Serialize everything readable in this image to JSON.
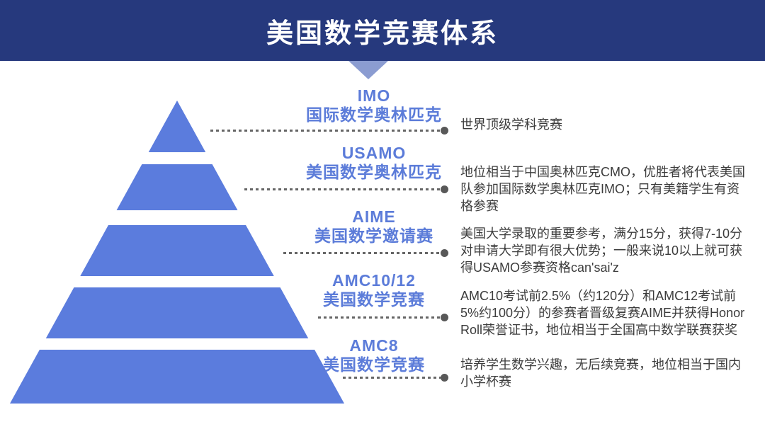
{
  "header": {
    "title": "美国数学竞赛体系"
  },
  "levels": [
    {
      "code": "IMO",
      "name_cn": "国际数学奥林匹克",
      "description": "世界顶级学科竞赛"
    },
    {
      "code": "USAMO",
      "name_cn": "美国数学奥林匹克",
      "description": "地位相当于中国奥林匹克CMO，优胜者将代表美国队参加国际数学奥林匹克IMO；只有美籍学生有资格参赛"
    },
    {
      "code": "AIME",
      "name_cn": "美国数学邀请赛",
      "description": "美国大学录取的重要参考，满分15分，获得7-10分对申请大学即有很大优势；一般来说10以上就可获得USAMO参赛资格can'sai'z"
    },
    {
      "code": "AMC10/12",
      "name_cn": "美国数学竞赛",
      "description": "AMC10考试前2.5%（约120分）和AMC12考试前5%约100分）的参赛者晋级复赛AIME并获得Honor Roll荣誉证书，地位相当于全国高中数学联赛获奖"
    },
    {
      "code": "AMC8",
      "name_cn": "美国数学竞赛",
      "description": "培养学生数学兴趣，无后续竞赛，地位相当于国内小学杯赛"
    }
  ],
  "colors": {
    "banner_bg": "#26397D",
    "arrow": "#8B9CD1",
    "pyramid": "#5B7CDD",
    "label_blue": "#5C7CD9",
    "desc_text": "#3C3C3C",
    "connector": "#666666",
    "dot": "#585858"
  }
}
